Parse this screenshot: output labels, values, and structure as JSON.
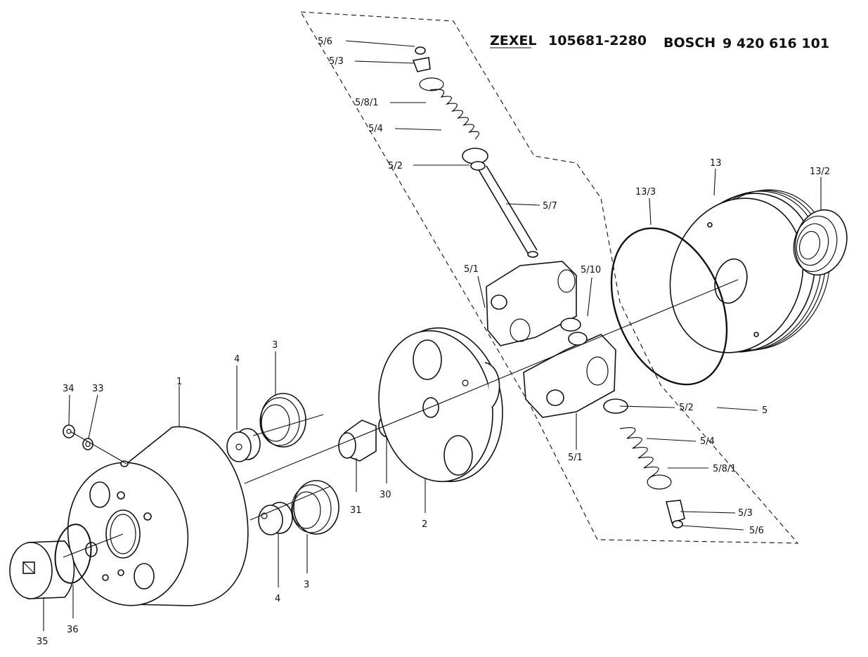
{
  "header": {
    "maker1": "ZEXEL",
    "number1": "105681-2280",
    "maker2": "BOSCH",
    "number2": "9 420 616 101"
  },
  "callouts": [
    {
      "id": "c-5-6-top",
      "text": "5/6"
    },
    {
      "id": "c-5-3-top",
      "text": "5/3"
    },
    {
      "id": "c-5-8-1-top",
      "text": "5/8/1"
    },
    {
      "id": "c-5-4-top",
      "text": "5/4"
    },
    {
      "id": "c-5-2-top",
      "text": "5/2"
    },
    {
      "id": "c-5-7",
      "text": "5/7"
    },
    {
      "id": "c-5-1-top",
      "text": "5/1"
    },
    {
      "id": "c-5-10",
      "text": "5/10"
    },
    {
      "id": "c-13-3",
      "text": "13/3"
    },
    {
      "id": "c-13",
      "text": "13"
    },
    {
      "id": "c-13-2",
      "text": "13/2"
    },
    {
      "id": "c-5-2-bot",
      "text": "5/2"
    },
    {
      "id": "c-5",
      "text": "5"
    },
    {
      "id": "c-5-4-bot",
      "text": "5/4"
    },
    {
      "id": "c-5-1-bot",
      "text": "5/1"
    },
    {
      "id": "c-5-8-1-bot",
      "text": "5/8/1"
    },
    {
      "id": "c-5-3-bot",
      "text": "5/3"
    },
    {
      "id": "c-5-6-bot",
      "text": "5/6"
    },
    {
      "id": "c-1",
      "text": "1"
    },
    {
      "id": "c-3-top",
      "text": "3"
    },
    {
      "id": "c-4-top",
      "text": "4"
    },
    {
      "id": "c-34",
      "text": "34"
    },
    {
      "id": "c-33",
      "text": "33"
    },
    {
      "id": "c-31",
      "text": "31"
    },
    {
      "id": "c-30",
      "text": "30"
    },
    {
      "id": "c-2",
      "text": "2"
    },
    {
      "id": "c-4-bot",
      "text": "4"
    },
    {
      "id": "c-3-bot",
      "text": "3"
    },
    {
      "id": "c-35",
      "text": "35"
    },
    {
      "id": "c-36",
      "text": "36"
    }
  ]
}
